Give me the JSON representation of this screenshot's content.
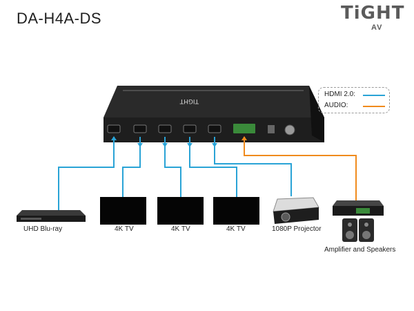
{
  "title": "DA-H4A-DS",
  "logo": {
    "word": "TiGHT",
    "sub": "AV"
  },
  "device": {
    "brand": "TIGHT"
  },
  "legend": {
    "hdmi_label": "HDMI 2.0:",
    "audio_label": "AUDIO:",
    "hdmi_color": "#29a3d6",
    "audio_color": "#f08a1c"
  },
  "devices": {
    "bluray": "UHD Blu-ray",
    "tv1": "4K TV",
    "tv2": "4K TV",
    "tv3": "4K TV",
    "projector": "1080P Projector",
    "amplifier": "Amplifier and Speakers"
  }
}
